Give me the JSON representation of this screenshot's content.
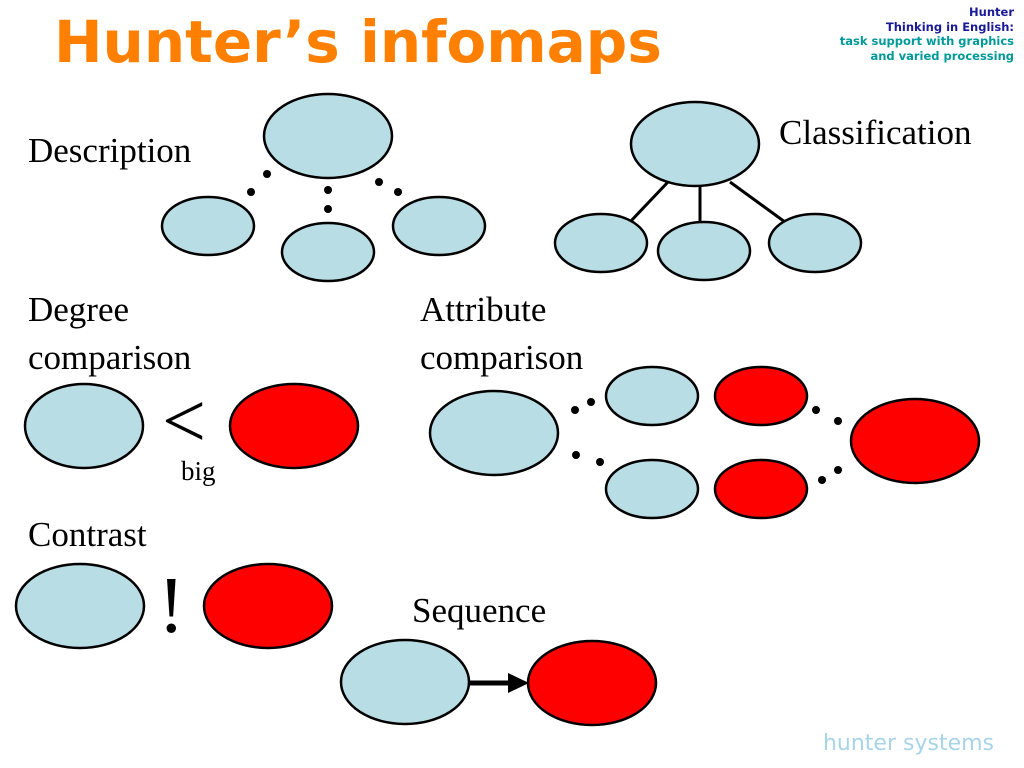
{
  "title": "Hunter’s infomaps",
  "header": {
    "line1": "Hunter",
    "line2": "Thinking in English:",
    "line3": "task support with graphics",
    "line4": "and varied processing"
  },
  "labels": {
    "description": "Description",
    "classification": "Classification",
    "degree_line1": "Degree",
    "degree_line2": "comparison",
    "attribute_line1": "Attribute",
    "attribute_line2": "comparison",
    "contrast": "Contrast",
    "sequence": "Sequence",
    "big": "big",
    "less_than": "<",
    "exclamation": "!"
  },
  "footer": "hunter systems",
  "colors": {
    "title": "#ff8000",
    "header_top": "#1a1a99",
    "header_bottom": "#009999",
    "footer": "#a8d4e8",
    "node_blue": "#b9dde4",
    "node_red": "#ff0000",
    "outline": "#000000"
  }
}
